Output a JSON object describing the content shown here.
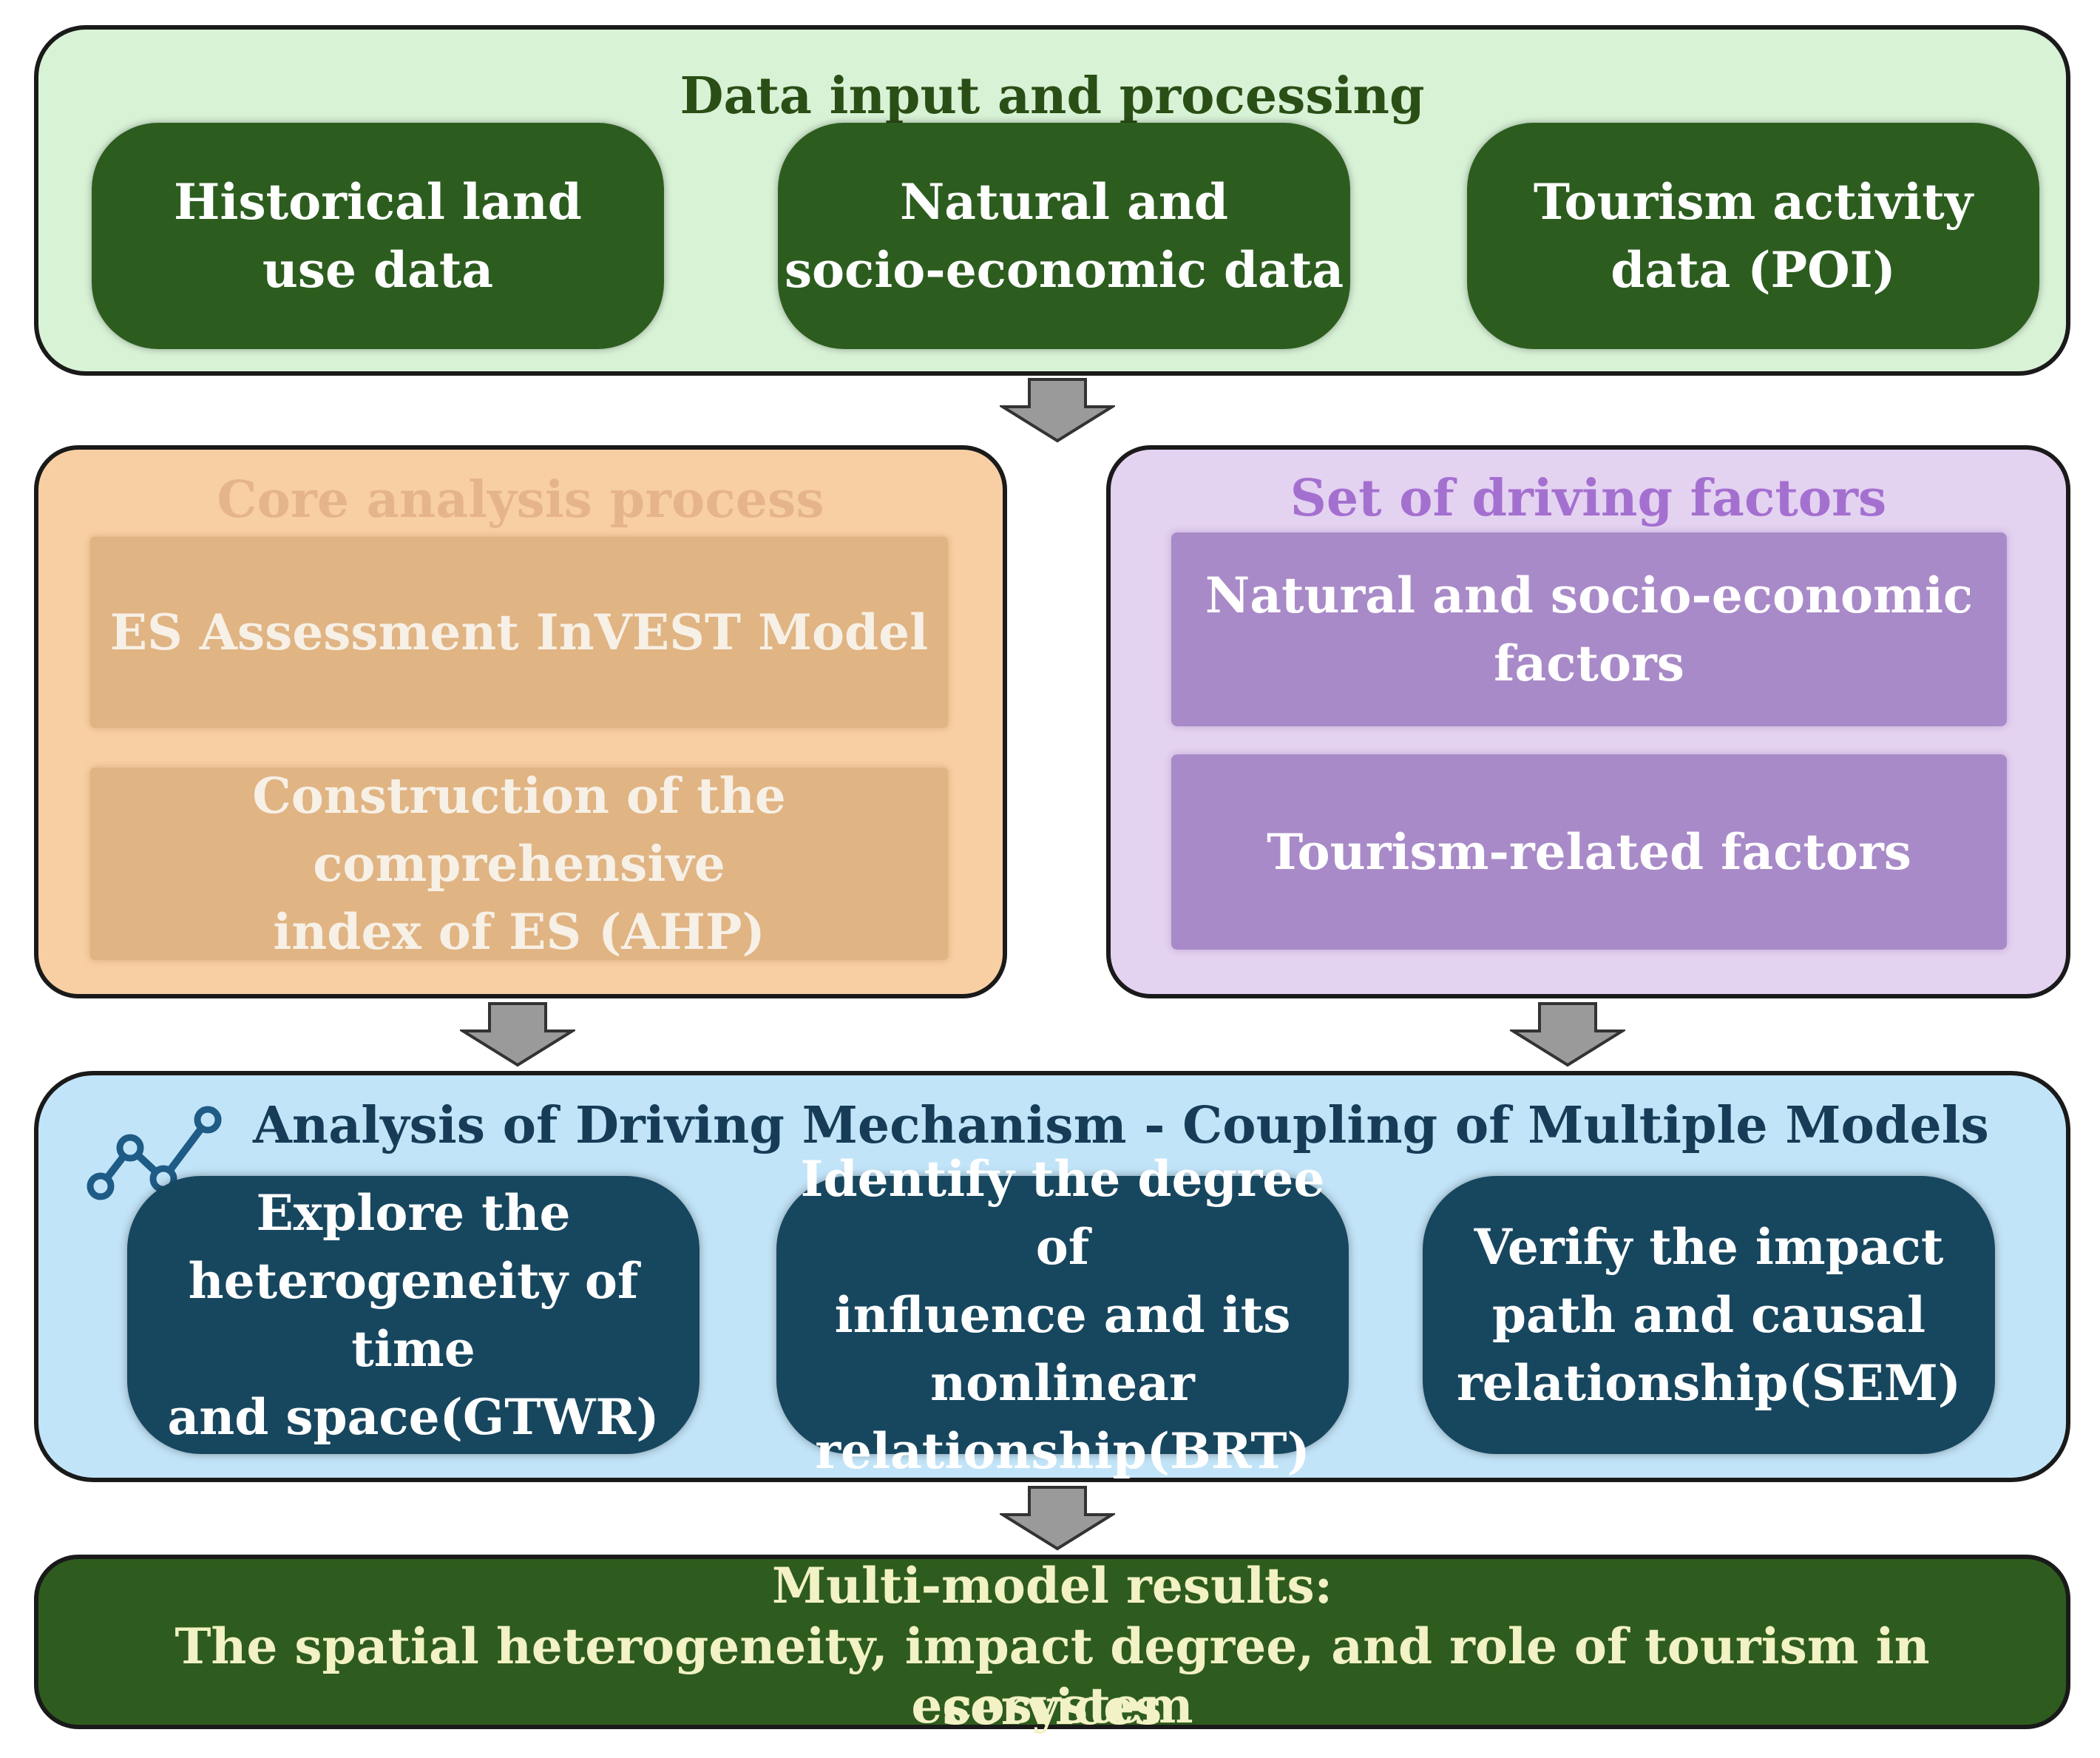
{
  "input": {
    "title": "Data input and processing",
    "items": [
      "Historical land\nuse data",
      "Natural and\nsocio-economic data",
      "Tourism activity\ndata (POI)"
    ]
  },
  "core": {
    "title": "Core analysis process",
    "items": [
      "ES Assessment InVEST Model",
      "Construction of the comprehensive\nindex of ES (AHP)"
    ]
  },
  "drivers": {
    "title": "Set of driving factors",
    "items": [
      "Natural and socio-economic\nfactors",
      "Tourism-related factors"
    ]
  },
  "mechanism": {
    "title": "Analysis of Driving Mechanism - Coupling of Multiple Models",
    "items": [
      "Explore the\nheterogeneity of time\nand space(GTWR)",
      "Identify the degree of\ninfluence and its\nnonlinear\nrelationship(BRT)",
      "Verify the impact\npath and causal\nrelationship(SEM)"
    ]
  },
  "result": {
    "line1": "Multi-model results:",
    "line2": "The spatial heterogeneity, impact degree, and role of tourism in ecosystem",
    "line3": "services"
  },
  "colors": {
    "input_panel": "#d8f2d6",
    "input_box": "#2c5d1f",
    "core_panel": "#f8cfa3",
    "core_box": "#e0b483",
    "drivers_panel": "#e4d2f1",
    "drivers_box": "#a98ac8",
    "mechanism_panel": "#c2e4f8",
    "mechanism_box": "#17475f",
    "result_panel": "#2e5c1e",
    "arrow": "#9a9a9a"
  },
  "icons": {
    "mechanism": "network-nodes-icon",
    "flow": "down-arrow-icon"
  }
}
